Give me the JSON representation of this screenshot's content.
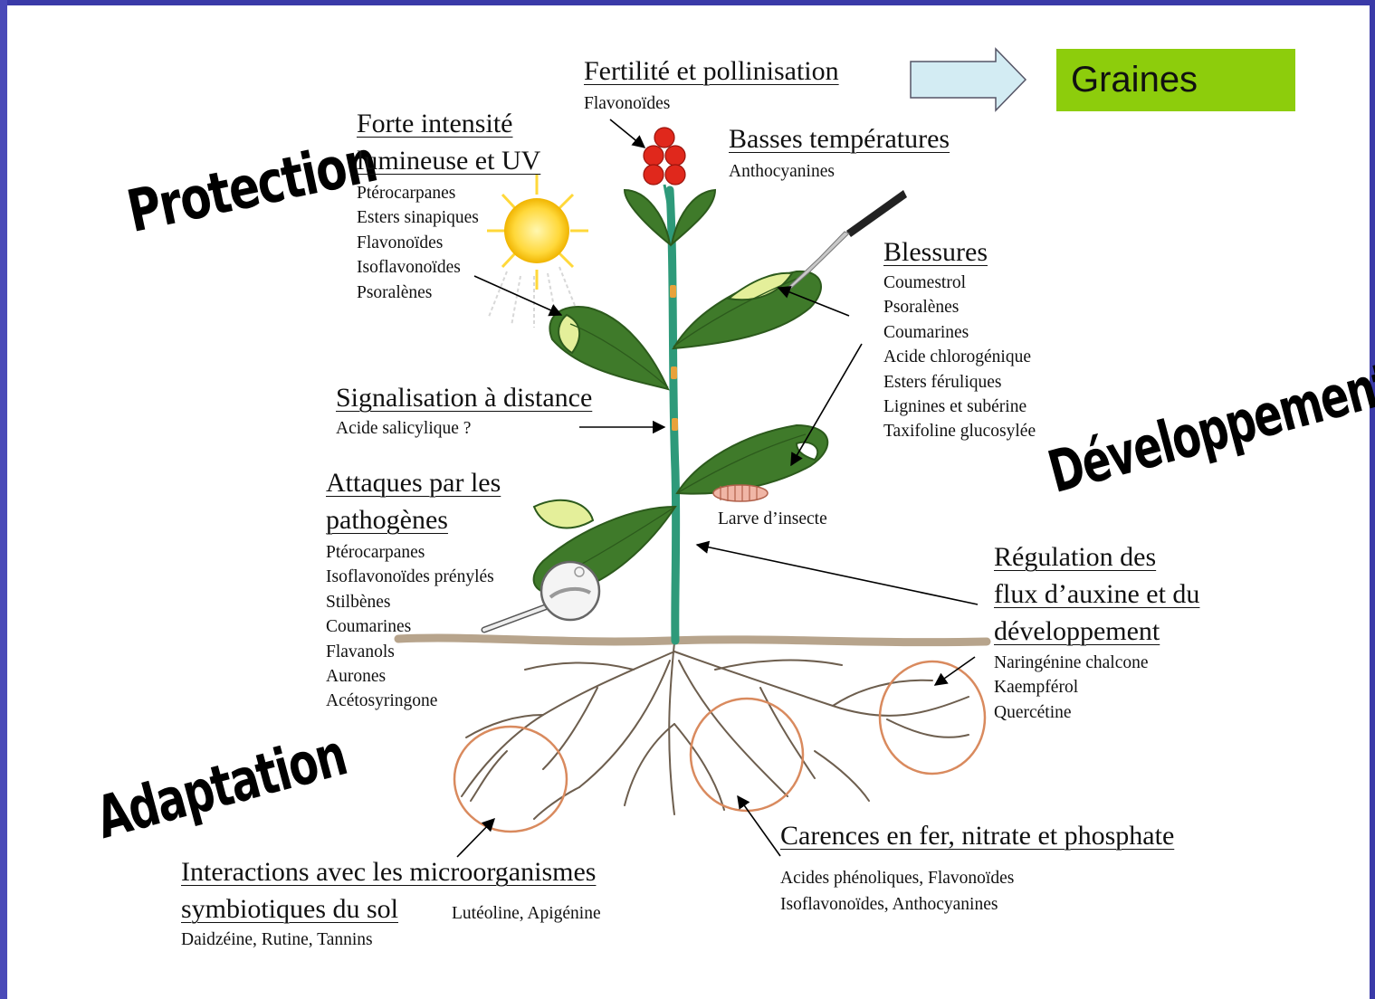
{
  "themes": {
    "protection": "Protection",
    "developpement": "Développement",
    "adaptation": "Adaptation"
  },
  "graines": "Graines",
  "blocks": {
    "fertilite": {
      "title": "Fertilité et pollinisation",
      "items": [
        "Flavonoïdes"
      ]
    },
    "basses": {
      "title": "Basses températures",
      "items": [
        "Anthocyanines"
      ]
    },
    "forte": {
      "title_line1": "Forte intensité",
      "title_line2": "lumineuse et UV",
      "items": [
        "Ptérocarpanes",
        "Esters sinapiques",
        "Flavonoïdes",
        "Isoflavonoïdes",
        "Psoralènes"
      ]
    },
    "blessures": {
      "title": "Blessures",
      "items": [
        "Coumestrol",
        "Psoralènes",
        "Coumarines",
        "Acide chlorogénique",
        "Esters féruliques",
        "Lignines et subérine",
        "Taxifoline glucosylée"
      ]
    },
    "signalisation": {
      "title": "Signalisation à distance",
      "items": [
        "Acide salicylique ?"
      ]
    },
    "attaques": {
      "title_line1": "Attaques par les",
      "title_line2": "pathogènes",
      "items": [
        "Ptérocarpanes",
        "Isoflavonoïdes prénylés",
        "Stilbènes",
        "Coumarines",
        "Flavanols",
        "Aurones",
        "Acétosyringone"
      ]
    },
    "larve": "Larve d’insecte",
    "regulation": {
      "title_line1": "Régulation des",
      "title_line2": "flux d’auxine et du",
      "title_line3": "développement",
      "items": [
        "Naringénine chalcone",
        "Kaempférol",
        "Quercétine"
      ]
    },
    "carences": {
      "title": "Carences en fer, nitrate et phosphate",
      "items": [
        "Acides phénoliques,  Flavonoïdes",
        "Isoflavonoïdes, Anthocyanines"
      ]
    },
    "interactions": {
      "title_line1": "Interactions avec les microorganismes",
      "title_line2": "symbiotiques du sol",
      "inline": "Lutéoline, Apigénine",
      "items": [
        "Daidzéine,  Rutine, Tannins"
      ]
    }
  },
  "colors": {
    "frame": "#3a3aa8",
    "graines_box": "#8dcd0c",
    "leaf": "#3f7a2a",
    "leaf_pale": "#e4ef9a",
    "stem": "#2e9a7a",
    "soil": "#b7a48c",
    "root": "#6d5e4e",
    "circle": "#d98a5e",
    "flower": "#e0281c",
    "sun": "#ffd83a",
    "arrow_fill": "#d3ecf3"
  }
}
